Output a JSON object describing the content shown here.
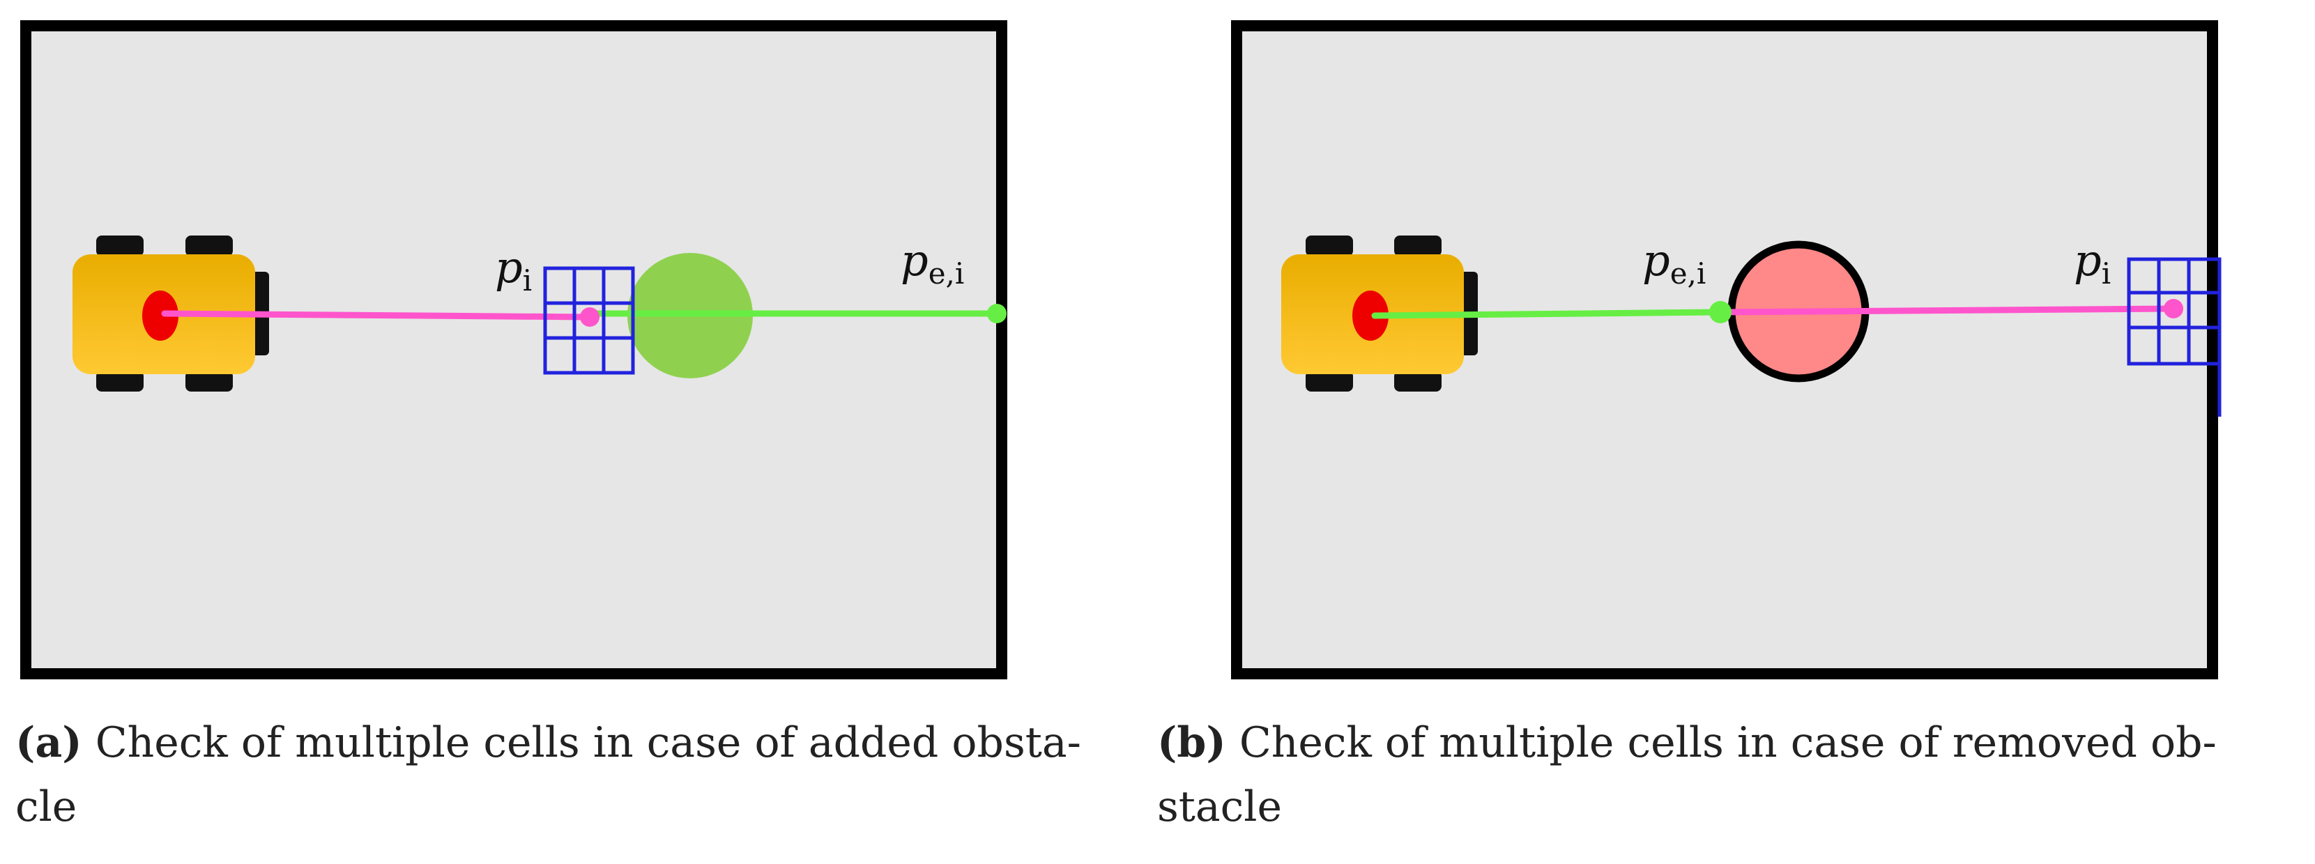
{
  "panels": [
    {
      "id": "a",
      "tag": "(a)",
      "caption_line1": "Check of multiple cells in case of added obsta-",
      "caption_line2": "cle",
      "label_p_i": "p",
      "label_p_i_sub": "i",
      "label_pe_i": "p",
      "label_pe_i_sub": "e,i",
      "obstacle": "added",
      "colors": {
        "obstacle": "#8fd14f",
        "ray_free": "#66ee44",
        "ray_occupied": "#ff55cc",
        "grid": "#2222dd"
      }
    },
    {
      "id": "b",
      "tag": "(b)",
      "caption_line1": "Check of multiple cells in case of removed ob-",
      "caption_line2": "stacle",
      "label_p_i": "p",
      "label_p_i_sub": "i",
      "label_pe_i": "p",
      "label_pe_i_sub": "e,i",
      "obstacle": "removed",
      "colors": {
        "obstacle": "#ff8888",
        "ray_free": "#66ee44",
        "ray_occupied": "#ff55cc",
        "grid": "#2222dd"
      }
    }
  ],
  "colors": {
    "background": "#e6e6e6",
    "border": "#000000",
    "robot_body": "#f5b000",
    "robot_center": "#ee0000",
    "wheel": "#111111"
  }
}
